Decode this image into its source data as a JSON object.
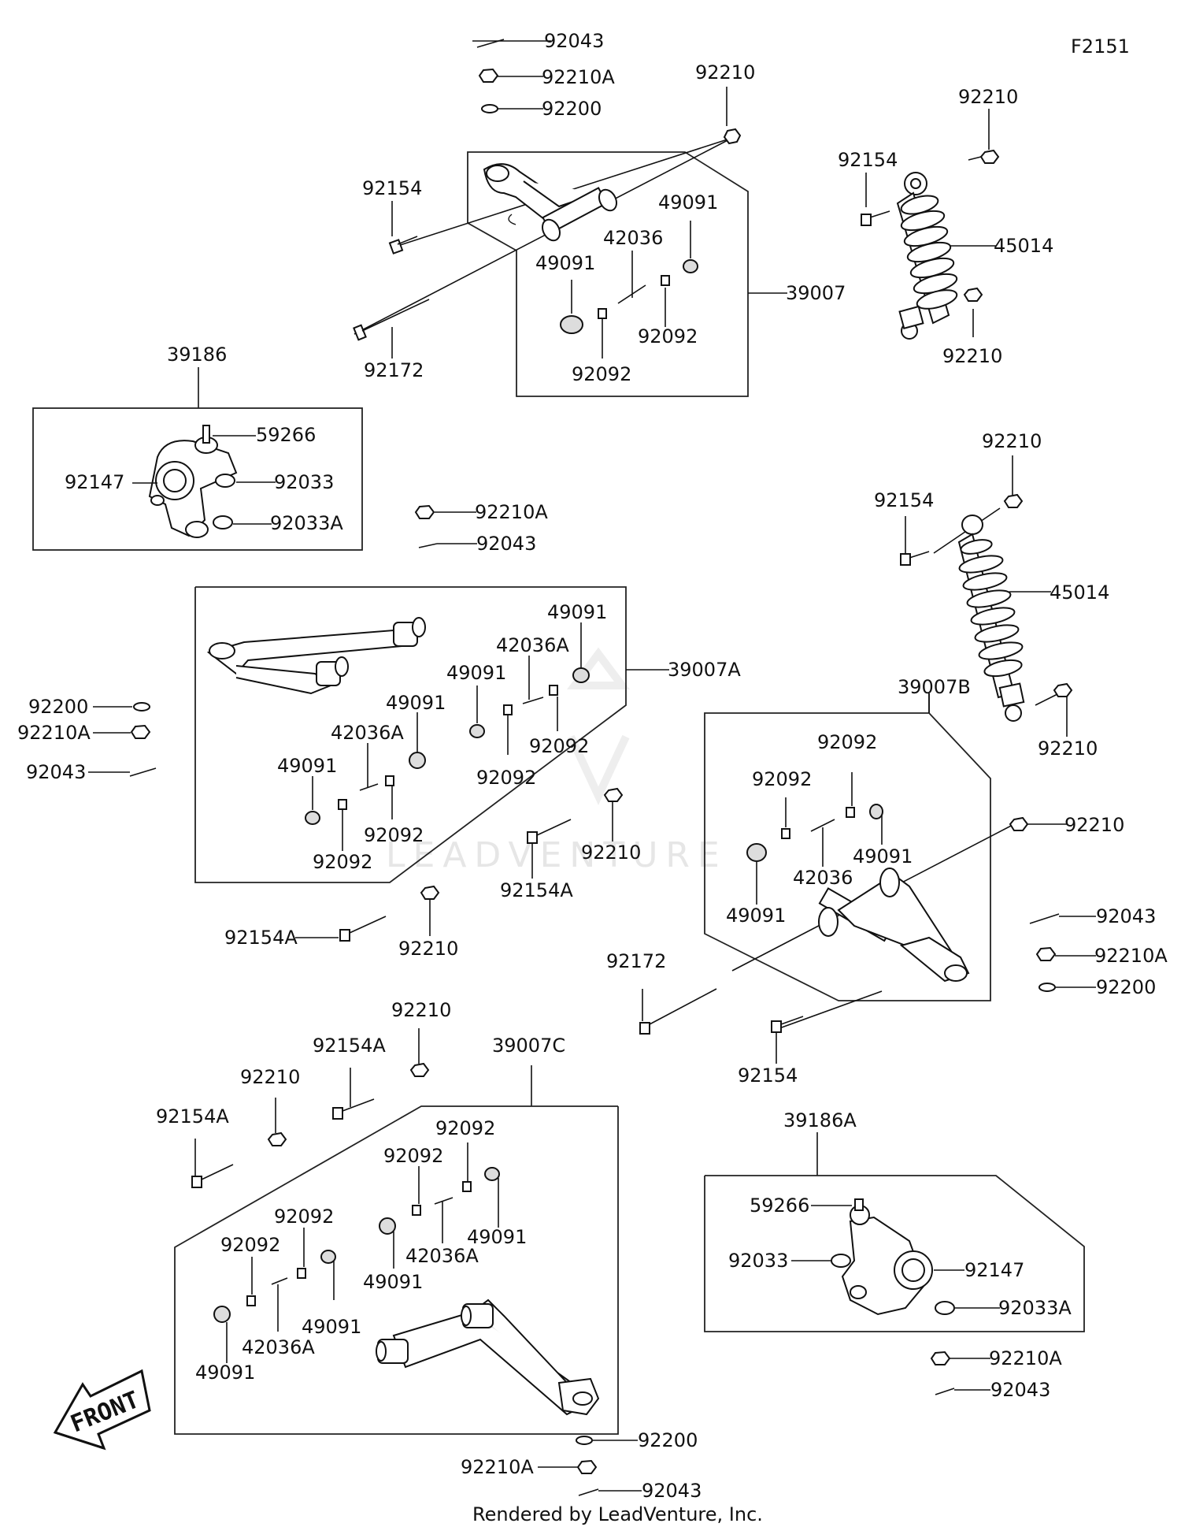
{
  "diagram_id": "F2151",
  "watermark": "LEADVENTURE",
  "front_arrow_label": "FRONT",
  "footer": "Rendered by LeadVenture, Inc.",
  "labels": {
    "l92043_a": "92043",
    "l92210A_a": "92210A",
    "l92200_a": "92200",
    "l92210_a": "92210",
    "l92154_a": "92154",
    "l49091_a": "49091",
    "l42036_a": "42036",
    "l49091_b": "49091",
    "l39007": "39007",
    "l92092_a": "92092",
    "l92172_a": "92172",
    "l92092_b": "92092",
    "l92210_b": "92210",
    "l92154_b": "92154",
    "l45014_a": "45014",
    "l92210_c": "92210",
    "l39186": "39186",
    "l59266_a": "59266",
    "l92147_a": "92147",
    "l92033_a": "92033",
    "l92033A_a": "92033A",
    "l92210A_b": "92210A",
    "l92043_b": "92043",
    "l92210_d": "92210",
    "l92154_c": "92154",
    "l45014_b": "45014",
    "l49091_c": "49091",
    "l42036A_a": "42036A",
    "l39007A": "39007A",
    "l49091_d": "49091",
    "l49091_e": "49091",
    "l42036A_b": "42036A",
    "l49091_f": "49091",
    "l92092_c": "92092",
    "l92092_d": "92092",
    "l92092_e": "92092",
    "l92092_f": "92092",
    "l92200_b": "92200",
    "l92210A_c": "92210A",
    "l92043_c": "92043",
    "l92210_e": "92210",
    "l92154A_a": "92154A",
    "l92154A_b": "92154A",
    "l92210_f": "92210",
    "l39007B": "39007B",
    "l92092_g": "92092",
    "l92092_h": "92092",
    "l49091_g": "49091",
    "l42036_b": "42036",
    "l49091_h": "49091",
    "l92210_g": "92210",
    "l92210_h": "92210",
    "l92043_d": "92043",
    "l92210A_d": "92210A",
    "l92200_c": "92200",
    "l92172_b": "92172",
    "l92154_d": "92154",
    "l92210_i": "92210",
    "l92154A_c": "92154A",
    "l39007C": "39007C",
    "l92210_j": "92210",
    "l92154A_d": "92154A",
    "l92092_i": "92092",
    "l92092_j": "92092",
    "l92092_k": "92092",
    "l92092_l": "92092",
    "l49091_i": "49091",
    "l42036A_c": "42036A",
    "l49091_j": "49091",
    "l49091_k": "49091",
    "l42036A_d": "42036A",
    "l49091_l": "49091",
    "l39186A": "39186A",
    "l59266_b": "59266",
    "l92033_b": "92033",
    "l92147_b": "92147",
    "l92033A_b": "92033A",
    "l92210A_e": "92210A",
    "l92043_e": "92043",
    "l92200_d": "92200",
    "l92210A_f": "92210A",
    "l92043_f": "92043"
  }
}
